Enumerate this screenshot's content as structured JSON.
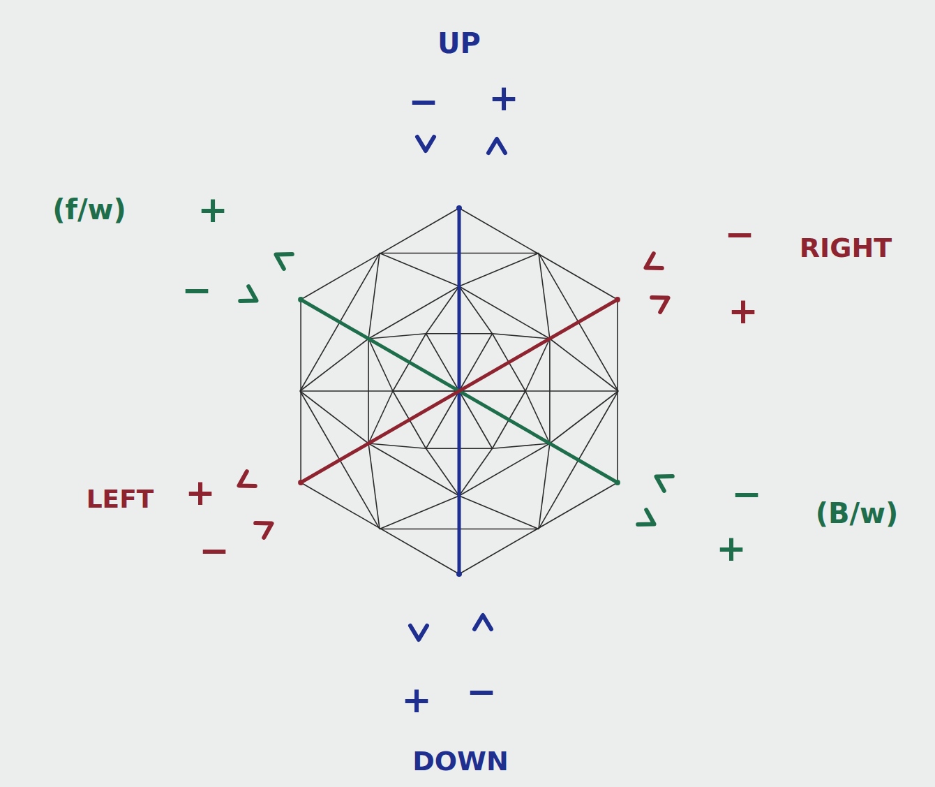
{
  "diagram": {
    "labels": [
      "UP",
      "−",
      "+",
      "(f/w)",
      "+",
      "−",
      "RIGHT",
      "−",
      "+",
      "LEFT",
      "+",
      "−",
      "(B/w)",
      "−",
      "+",
      "+",
      "−",
      "DOWN"
    ]
  }
}
